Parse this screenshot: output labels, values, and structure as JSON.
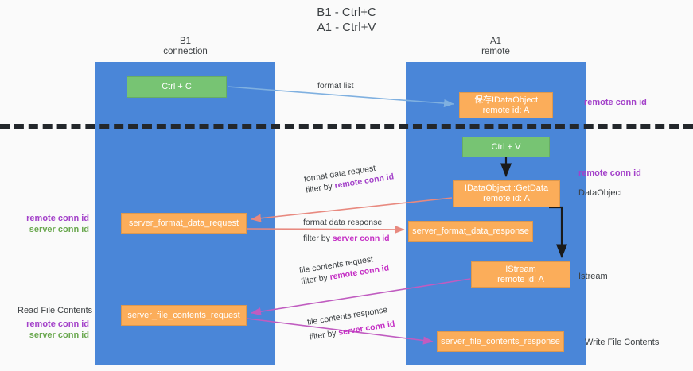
{
  "title": {
    "line1": "B1 - Ctrl+C",
    "line2": "A1 - Ctrl+V"
  },
  "columns": {
    "left": {
      "name": "B1",
      "role": "connection"
    },
    "right": {
      "name": "A1",
      "role": "remote"
    }
  },
  "colors": {
    "lane": "#4a86d8",
    "green_node": "#77c473",
    "orange_node": "#fbad5a",
    "divider": "#23272b",
    "remote_conn_id": "#a341c9",
    "server_conn_id_left": "#6aa84f",
    "server_conn_id_edge": "#c42ec4",
    "format_arrow": "#e8897f",
    "file_arrow": "#c05cc0",
    "format_list_arrow": "#7fb0e0",
    "black_arrow": "#1a1a1a",
    "text": "#3c4043"
  },
  "nodes": {
    "ctrl_c": {
      "label": "Ctrl + C",
      "kind": "green"
    },
    "save_dataobject": {
      "line1": "保存IDataObject",
      "line2": "remote id: A",
      "kind": "orange"
    },
    "ctrl_v": {
      "label": "Ctrl + V",
      "kind": "green"
    },
    "getdata": {
      "line1": "IDataObject::GetData",
      "line2": "remote id: A",
      "kind": "orange"
    },
    "server_format_data_request": {
      "label": "server_format_data_request",
      "kind": "orange"
    },
    "server_format_data_response": {
      "label": "server_format_data_response",
      "kind": "orange"
    },
    "istream": {
      "line1": "IStream",
      "line2": "remote id: A",
      "kind": "orange"
    },
    "server_file_contents_request": {
      "label": "server_file_contents_request",
      "kind": "orange"
    },
    "server_file_contents_response": {
      "label": "server_file_contents_response",
      "kind": "orange"
    }
  },
  "edges": {
    "format_list": {
      "label": "format list"
    },
    "format_data_request": {
      "line1": "format data request",
      "filter_prefix": "filter by ",
      "filter_key": "remote conn id"
    },
    "format_data_response": {
      "line1": "format data response",
      "filter_prefix": "filter by ",
      "filter_key": "server conn id"
    },
    "file_contents_request": {
      "line1": "file contents request",
      "filter_prefix": "filter by ",
      "filter_key": "remote conn id"
    },
    "file_contents_response": {
      "line1": "file contents response",
      "filter_prefix": "filter by ",
      "filter_key": "server conn id"
    }
  },
  "annotations": {
    "right_top_remote": "remote conn id",
    "right_mid_remote": "remote conn id",
    "right_dataobject": "DataObject",
    "right_istream": "Istream",
    "right_write_file": "Write File Contents",
    "left_mid_remote": "remote conn id",
    "left_mid_server": "server conn id",
    "left_read_file": "Read File Contents",
    "left_bot_remote": "remote conn id",
    "left_bot_server": "server conn id"
  }
}
